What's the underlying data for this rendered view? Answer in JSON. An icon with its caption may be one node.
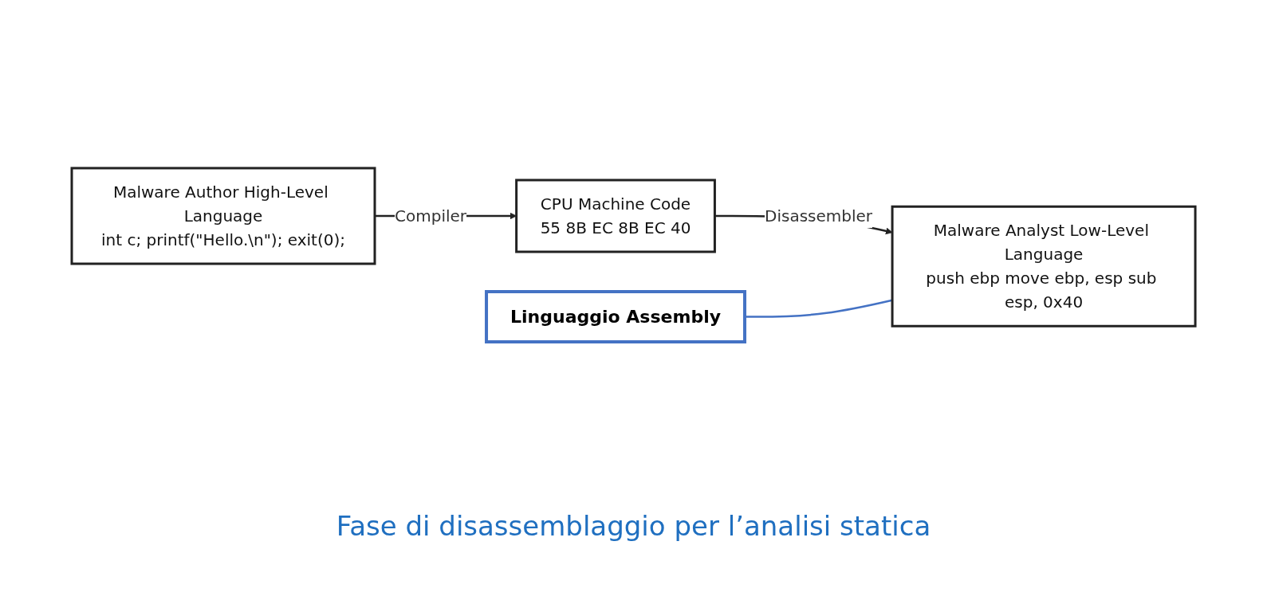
{
  "diagram": {
    "nodes": [
      {
        "text": [
          "Malware Author High-Level Language",
          "int c; printf(\"Hello.\\n\"); exit(0);"
        ]
      },
      {
        "text": [
          "Malware Analyst Low-Level Language",
          "push ebp move ebp, esp sub esp, 0x40"
        ]
      },
      {
        "text": [
          "CPU Machine Code",
          "55 8B EC 8B EC 40"
        ]
      },
      {
        "text": [
          "Linguaggio Assembly"
        ]
      }
    ],
    "edges": [
      {
        "from": 0,
        "to": 2,
        "arrow": "to",
        "label": "Compiler"
      },
      {
        "from": 2,
        "to": 1,
        "arrow": "to",
        "label": "Disassembler"
      },
      {
        "from": 3,
        "to": 1,
        "arrow": "none",
        "color": "#4472c4"
      }
    ],
    "labels": [
      "Fase di disassemblaggio per l’analisi statica"
    ]
  }
}
